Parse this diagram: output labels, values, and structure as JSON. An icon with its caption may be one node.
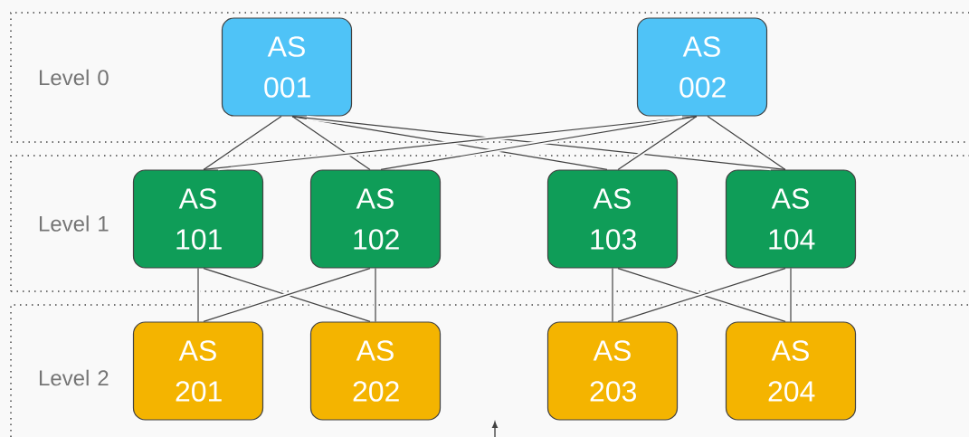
{
  "diagram": {
    "nodes": [
      {
        "text": [
          "Level 0"
        ]
      },
      {
        "text": [
          "AS 001"
        ],
        "in": 0
      },
      {
        "text": [
          "AS 002"
        ],
        "in": 0
      },
      {
        "text": [
          "Level 1"
        ]
      },
      {
        "text": [
          "AS 101"
        ],
        "in": 3
      },
      {
        "text": [
          "AS 102"
        ],
        "in": 3
      },
      {
        "text": [
          "AS 103"
        ],
        "in": 3
      },
      {
        "text": [
          "AS 104"
        ],
        "in": 3
      },
      {
        "text": [
          "Level 2"
        ]
      },
      {
        "text": [
          "AS 201"
        ],
        "in": 8
      },
      {
        "text": [
          "AS 202"
        ],
        "in": 8
      },
      {
        "text": [
          "AS 203"
        ],
        "in": 8
      },
      {
        "text": [
          "AS 204"
        ],
        "in": 8
      }
    ],
    "edges": [
      {
        "from": 1,
        "to": 4,
        "arrow": "none"
      },
      {
        "from": 1,
        "to": 5,
        "arrow": "none"
      },
      {
        "from": 1,
        "to": 6,
        "arrow": "none"
      },
      {
        "from": 1,
        "to": 7,
        "arrow": "none"
      },
      {
        "from": 2,
        "to": 4,
        "arrow": "none"
      },
      {
        "from": 2,
        "to": 5,
        "arrow": "none"
      },
      {
        "from": 2,
        "to": 6,
        "arrow": "none"
      },
      {
        "from": 2,
        "to": 7,
        "arrow": "none"
      },
      {
        "from": 4,
        "to": 9,
        "arrow": "none"
      },
      {
        "from": 4,
        "to": 10,
        "arrow": "none"
      },
      {
        "from": 5,
        "to": 9,
        "arrow": "none"
      },
      {
        "from": 5,
        "to": 10,
        "arrow": "none"
      },
      {
        "from": 6,
        "to": 11,
        "arrow": "none"
      },
      {
        "from": 6,
        "to": 12,
        "arrow": "none"
      },
      {
        "from": 7,
        "to": 11,
        "arrow": "none"
      },
      {
        "from": 7,
        "to": 12,
        "arrow": "none"
      }
    ]
  }
}
